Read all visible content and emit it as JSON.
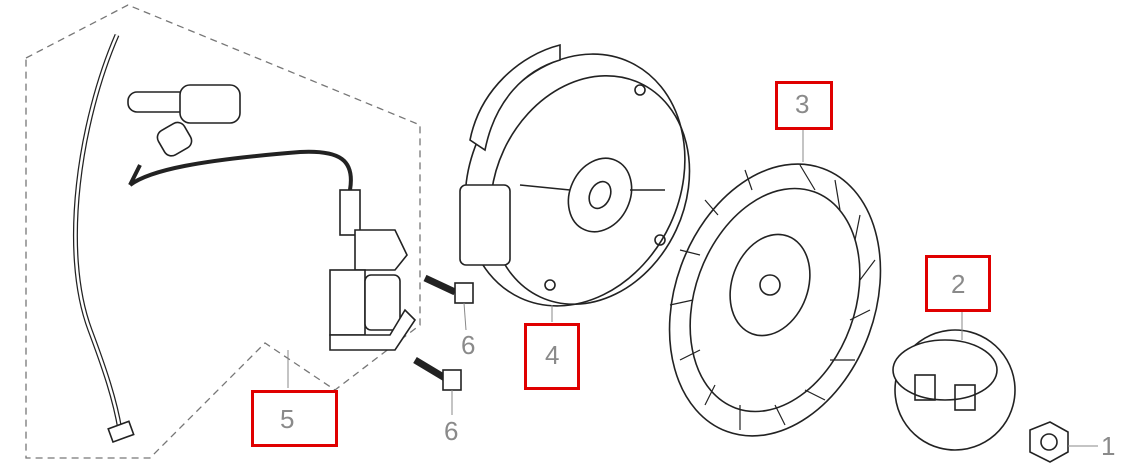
{
  "diagram": {
    "labels": [
      {
        "id": "1",
        "text": "1"
      },
      {
        "id": "2",
        "text": "2"
      },
      {
        "id": "3",
        "text": "3"
      },
      {
        "id": "4",
        "text": "4"
      },
      {
        "id": "5",
        "text": "5"
      },
      {
        "id": "6a",
        "text": "6"
      },
      {
        "id": "6b",
        "text": "6"
      }
    ],
    "highlighted": [
      "2",
      "3",
      "4",
      "5"
    ],
    "colors": {
      "highlight": "#e00000",
      "line": "#222222",
      "label": "#8a8a8a",
      "dash": "#777777"
    }
  }
}
